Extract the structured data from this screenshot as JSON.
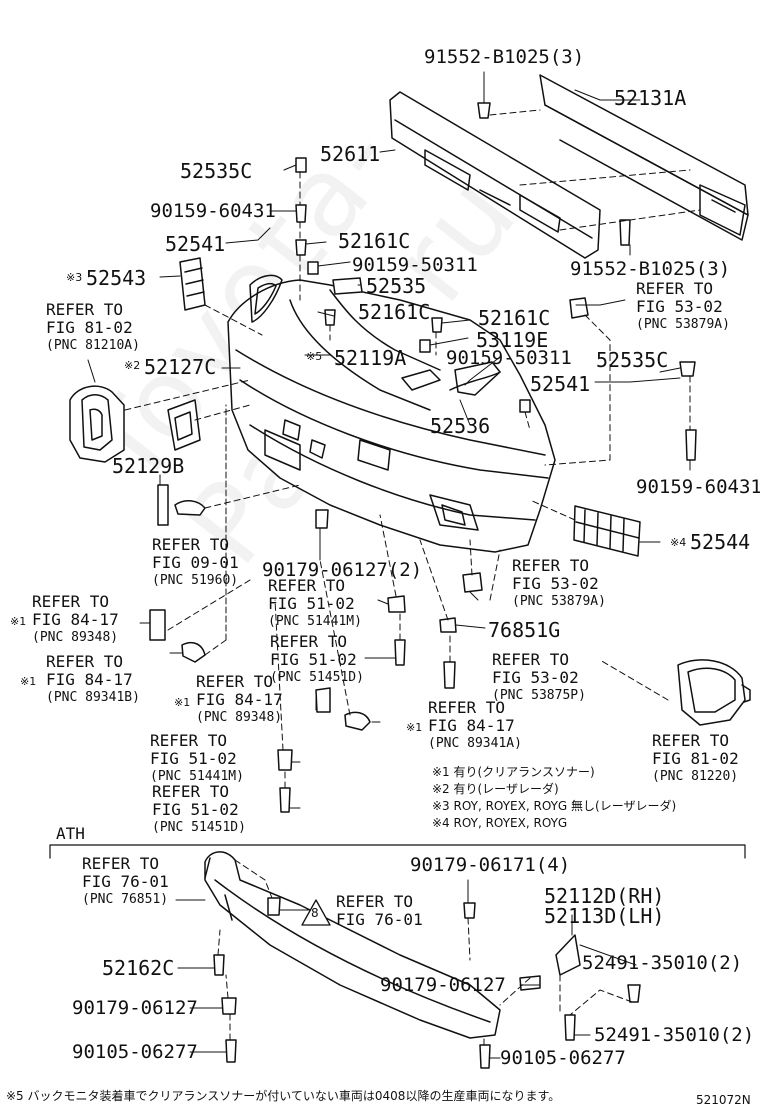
{
  "watermark": "Toyota-Parts.ru",
  "figure_code": "521072N",
  "section_label": "ATH",
  "parts": {
    "p91552_top": "91552-B1025(3)",
    "p52131A": "52131A",
    "p52611": "52611",
    "p52535C_l": "52535C",
    "p90159_60431_l": "90159-60431",
    "p52541_l": "52541",
    "p52161C_a": "52161C",
    "p90159_50311_a": "90159-50311",
    "p52543": "52543",
    "p52535": "52535",
    "p52161C_b": "52161C",
    "p52161C_c": "52161C",
    "p91552_mid": "91552-B1025(3)",
    "p53119E": "53119E",
    "p52119A": "52119A",
    "p52127C": "52127C",
    "p90159_50311_b": "90159-50311",
    "p52535C_r": "52535C",
    "p52541_r": "52541",
    "p52536": "52536",
    "p52129B": "52129B",
    "p90159_60431_r": "90159-60431",
    "p52544": "52544",
    "p90179_06127_2": "90179-06127(2)",
    "p76851G": "76851G",
    "p90179_06171": "90179-06171(4)",
    "p52112D": "52112D(RH)",
    "p52113D": "52113D(LH)",
    "p52162C": "52162C",
    "p52491_a": "52491-35010(2)",
    "p90179_06127_b": "90179-06127",
    "p90179_06127_c": "90179-06127",
    "p52491_b": "52491-35010(2)",
    "p90105_l": "90105-06277",
    "p90105_r": "90105-06277"
  },
  "marks": {
    "m1": "※1",
    "m2": "※2",
    "m3": "※3",
    "m4": "※4",
    "m5": "※5"
  },
  "refs": {
    "r_fig53_top": [
      "REFER TO",
      "FIG 53-02",
      "(PNC 53879A)"
    ],
    "r_fig81_left": [
      "REFER TO",
      "FIG 81-02",
      "(PNC 81210A)"
    ],
    "r_fig09": [
      "REFER TO",
      "FIG 09-01",
      "(PNC 51960)"
    ],
    "r_fig53_mid": [
      "REFER TO",
      "FIG 53-02",
      "(PNC 53879A)"
    ],
    "r_fig51_a": [
      "REFER TO",
      "FIG 51-02",
      "(PNC 51441M)"
    ],
    "r_fig84_a": [
      "REFER TO",
      "FIG 84-17",
      "(PNC 89348)"
    ],
    "r_fig84_b": [
      "REFER TO",
      "FIG 84-17",
      "(PNC 89341B)"
    ],
    "r_fig51_b": [
      "REFER TO",
      "FIG 51-02",
      "(PNC 51451D)"
    ],
    "r_fig53_c": [
      "REFER TO",
      "FIG 53-02",
      "(PNC 53875P)"
    ],
    "r_fig84_c": [
      "REFER TO",
      "FIG 84-17",
      "(PNC 89348)"
    ],
    "r_fig84_d": [
      "REFER TO",
      "FIG 84-17",
      "(PNC 89341A)"
    ],
    "r_fig81_right": [
      "REFER TO",
      "FIG 81-02",
      "(PNC 81220)"
    ],
    "r_fig51_c": [
      "REFER TO",
      "FIG 51-02",
      "(PNC 51441M)"
    ],
    "r_fig51_d": [
      "REFER TO",
      "FIG 51-02",
      "(PNC 51451D)"
    ],
    "r_fig76_a": [
      "REFER TO",
      "FIG 76-01",
      "(PNC 76851)"
    ],
    "r_fig76_b": [
      "REFER TO",
      "FIG 76-01"
    ]
  },
  "triangle_mark": "8",
  "notes": [
    "※1 有り(クリアランスソナー)",
    "※2 有り(レーザレーダ)",
    "※3 ROY, ROYEX, ROYG 無し(レーザレーダ)",
    "※4 ROY, ROYEX, ROYG"
  ],
  "footnote": "※5 バックモニタ装着車でクリアランスソナーが付いていない車両は0408以降の生産車両になります。"
}
